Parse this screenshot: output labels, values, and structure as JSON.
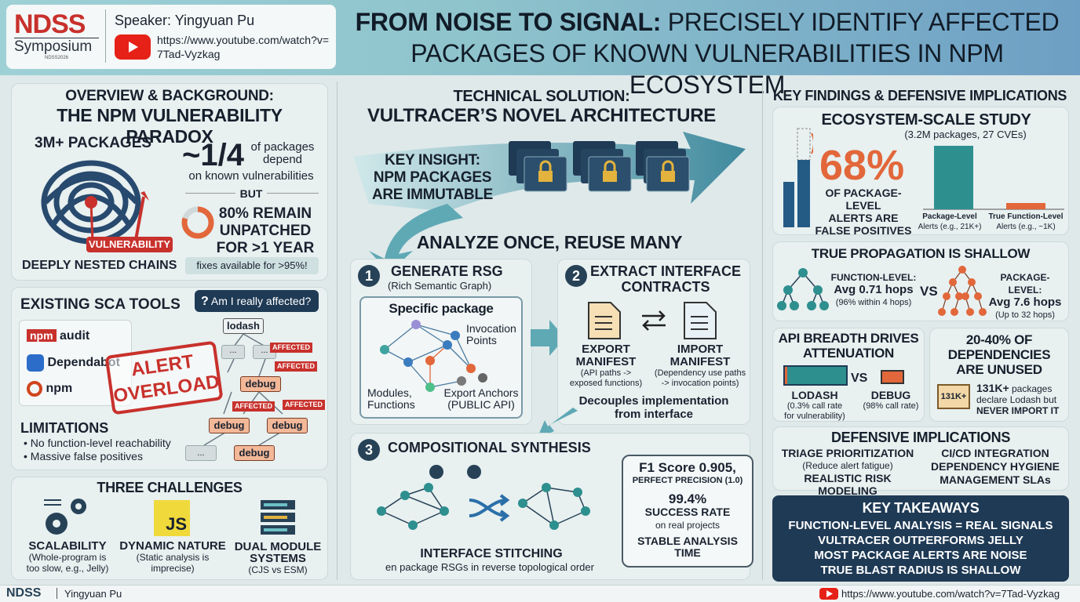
{
  "header": {
    "logo_top": "NDSS",
    "logo_bottom": "Symposium",
    "logo_small": "NDSS2026",
    "speaker": "Speaker: Yingyuan Pu",
    "url": "https://www.youtube.com/watch?v=7Tad-Vyzkag",
    "title_line1_bold": "FROM NOISE TO SIGNAL:",
    "title_line1_rest": " PRECISELY IDENTIFY AFFECTED",
    "title_line2": "PACKAGES OF KNOWN VULNERABILITIES IN NPM ECOSYSTEM"
  },
  "overview": {
    "title1": "OVERVIEW & BACKGROUND:",
    "title2": "THE NPM VULNERABILITY PARADOX",
    "packages": "3M+ PACKAGES",
    "vuln_label": "VULNERABILITY",
    "chains": "DEEPLY NESTED CHAINS",
    "fraction": "~1/4",
    "fraction_text1": "of packages",
    "fraction_text2": "depend",
    "fraction_text3": "on known vulnerabilities",
    "but": "BUT",
    "remain1": "80% REMAIN",
    "remain2": "UNPATCHED",
    "remain3": "FOR >1 YEAR",
    "fixes": "fixes available for >95%!",
    "ring_percent": 80
  },
  "sca": {
    "title": "EXISTING SCA TOOLS",
    "question": "Am I really affected?",
    "tools": [
      "npm audit",
      "Dependabot",
      "npm"
    ],
    "tool_npm_logo": "npm",
    "tool_npm_text": "audit",
    "stamp1": "ALERT",
    "stamp2": "OVERLOAD",
    "lodash": "lodash",
    "debug": "debug",
    "affected": "AFFECTED",
    "ellipsis": "...",
    "limitations": "LIMITATIONS",
    "limit_items": [
      "No function-level reachability",
      "Massive false positives"
    ]
  },
  "challenges": {
    "title": "THREE CHALLENGES",
    "items": [
      {
        "title": "SCALABILITY",
        "desc1": "(Whole-program is",
        "desc2": "too slow, e.g., Jelly)"
      },
      {
        "title": "DYNAMIC NATURE",
        "desc1": "(Static analysis is",
        "desc2": "imprecise)"
      },
      {
        "title1": "DUAL MODULE",
        "title2": "SYSTEMS",
        "desc": "(CJS vs ESM)"
      }
    ],
    "js_badge": "JS"
  },
  "tech": {
    "title1": "TECHNICAL SOLUTION:",
    "title2": "VULTRACER’S NOVEL ARCHITECTURE",
    "insight1": "KEY INSIGHT:",
    "insight2": "NPM PACKAGES",
    "insight3": "ARE IMMUTABLE",
    "analyze": "ANALYZE ONCE, REUSE MANY",
    "step1": {
      "num": "1",
      "title": "GENERATE RSG",
      "sub": "(Rich Semantic Graph)",
      "box_title": "Specific package",
      "inv1": "Invocation",
      "inv2": "Points",
      "mod1": "Modules,",
      "mod2": "Functions",
      "exp1": "Export Anchors",
      "exp2": "(PUBLIC API)"
    },
    "step2": {
      "num": "2",
      "title1": "EXTRACT INTERFACE",
      "title2": "CONTRACTS",
      "export1": "EXPORT",
      "export2": "MANIFEST",
      "export_d1": "(API paths ->",
      "export_d2": "exposed functions)",
      "import1": "IMPORT",
      "import2": "MANIFEST",
      "import_d1": "(Dependency use paths",
      "import_d2": "-> invocation points)",
      "decouple1": "Decouples implementation",
      "decouple2": "from interface"
    },
    "step3": {
      "num": "3",
      "title": "COMPOSITIONAL SYNTHESIS",
      "stitch": "INTERFACE STITCHING",
      "stitch_sub": "en package RSGs in reverse topological order"
    },
    "metrics": {
      "f1": "F1 Score 0.905,",
      "precision": "PERFECT PRECISION (1.0)",
      "success_pct": "99.4%",
      "success": "SUCCESS RATE",
      "real": "on real projects",
      "stable1": "STABLE ANALYSIS",
      "stable2": "TIME"
    }
  },
  "findings": {
    "title": "KEY FINDINGS & DEFENSIVE IMPLICATIONS",
    "eco_title": "ECOSYSTEM-SCALE STUDY",
    "eco_sub": "(3.2M packages, 27 CVEs)",
    "pct": "68%",
    "fp1": "OF PACKAGE-LEVEL",
    "fp2": "ALERTS ARE",
    "fp3": "FALSE POSITIVES",
    "bar_labels": [
      {
        "l1": "Package-Level",
        "l2": "Alerts (e.g., 21K+)"
      },
      {
        "l1": "True Function-Level",
        "l2": "Alerts (e.g., ~1K)"
      }
    ],
    "prop_title": "TRUE PROPAGATION IS SHALLOW",
    "func_level": "FUNCTION-LEVEL:",
    "func_avg": "Avg 0.71 hops",
    "func_sub": "(96% within 4 hops)",
    "vs": "VS",
    "pkg_level": "PACKAGE-LEVEL:",
    "pkg_avg": "Avg 7.6 hops",
    "pkg_sub": "(Up to 32 hops)",
    "api_title1": "API BREADTH DRIVES",
    "api_title2": "ATTENUATION",
    "lodash": "LODASH",
    "lodash_sub1": "(0.3% call rate",
    "lodash_sub2": "for vulnerability)",
    "debug": "DEBUG",
    "debug_sub": "(98% call rate)",
    "unused1": "20-40% OF",
    "unused2": "DEPENDENCIES",
    "unused3": "ARE UNUSED",
    "box_label": "131K+",
    "unused_big": "131K+",
    "unused_t1": " packages",
    "unused_t2": "declare Lodash but",
    "unused_t3": "NEVER IMPORT IT",
    "def_title": "DEFENSIVE IMPLICATIONS",
    "def1": "TRIAGE PRIORITIZATION",
    "def1_sub": "(Reduce alert fatigue)",
    "def2": "REALISTIC RISK MODELING",
    "def3": "CI/CD INTEGRATION",
    "def4": "DEPENDENCY HYGIENE",
    "def5": "MANAGEMENT SLAs",
    "take_title": "KEY TAKEAWAYS",
    "takeaways": [
      "FUNCTION-LEVEL ANALYSIS = REAL SIGNALS",
      "VULTRACER OUTPERFORMS JELLY",
      "MOST PACKAGE ALERTS ARE NOISE",
      "TRUE BLAST RADIUS IS SHALLOW"
    ]
  },
  "footer": {
    "logo": "NDSS",
    "name": "Yingyuan Pu",
    "url": "https://www.youtube.com/watch?v=7Tad-Vyzkag"
  },
  "colors": {
    "accent_red": "#c8312c",
    "teal": "#2e8f8f",
    "orange": "#e2673a",
    "navy": "#1f3a55"
  }
}
